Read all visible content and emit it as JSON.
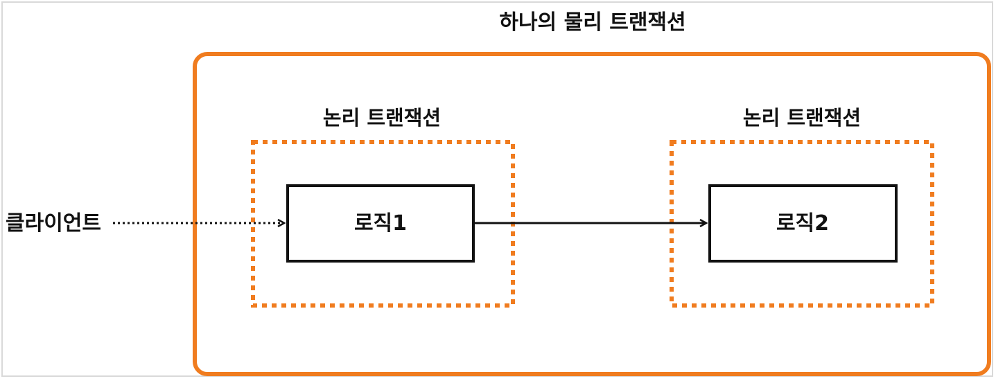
{
  "diagram": {
    "physical_transaction": {
      "title": "하나의 물리 트랜잭션"
    },
    "logical_transactions": [
      {
        "title": "논리 트랜잭션"
      },
      {
        "title": "논리 트랜잭션"
      }
    ],
    "client": {
      "label": "클라이언트"
    },
    "logic_boxes": [
      {
        "label": "로직1"
      },
      {
        "label": "로직2"
      }
    ],
    "colors": {
      "accent_orange": "#F07C1F",
      "box_border": "#111111",
      "frame_border": "#d9d9d9",
      "text": "#111111"
    }
  }
}
